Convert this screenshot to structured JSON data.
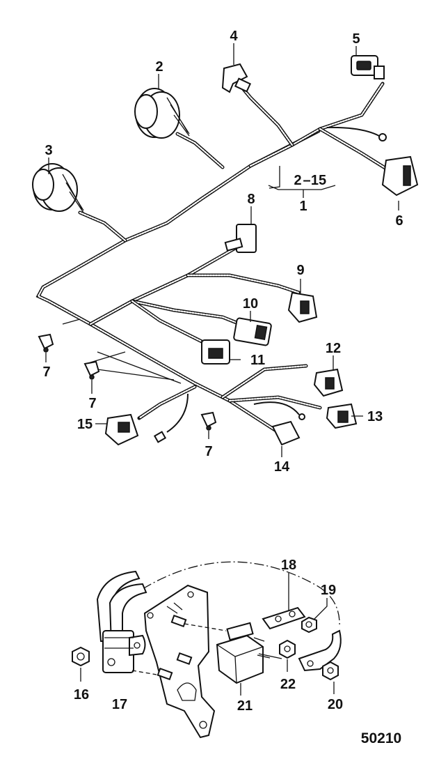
{
  "callouts": {
    "c1": "1",
    "c2": "2",
    "c3": "3",
    "c4": "4",
    "c5": "5",
    "c6": "6",
    "c7a": "7",
    "c7b": "7",
    "c7c": "7",
    "c8": "8",
    "c9": "9",
    "c10": "10",
    "c11": "11",
    "c12": "12",
    "c13": "13",
    "c14": "14",
    "c15": "15",
    "c16": "16",
    "c17": "17",
    "c18": "18",
    "c19": "19",
    "c20": "20",
    "c21": "21",
    "c22": "22",
    "range_start": "2",
    "range_end": "15"
  },
  "figure_number": "50210"
}
